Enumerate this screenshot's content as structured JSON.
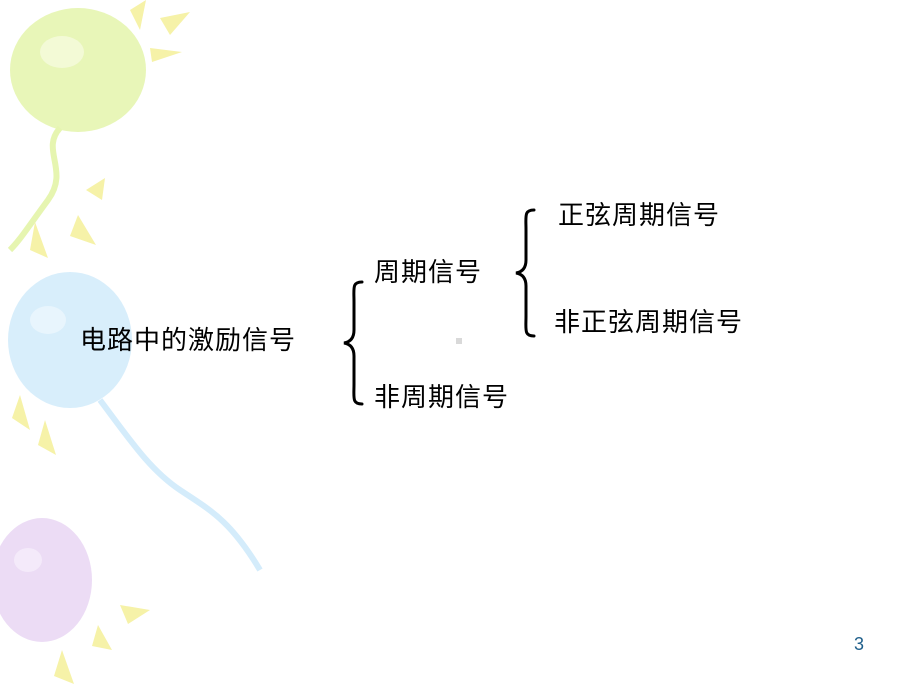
{
  "slide": {
    "root": "电路中的激励信号",
    "level1": [
      {
        "label": "周期信号"
      },
      {
        "label": "非周期信号"
      }
    ],
    "level2": [
      {
        "label": "正弦周期信号"
      },
      {
        "label": "非正弦周期信号"
      }
    ],
    "page_number": "3"
  },
  "colors": {
    "balloon_green": "#e6f5b0",
    "balloon_blue": "#d4ecfb",
    "balloon_purple": "#ead8f4",
    "ray_yellow": "#f6f2a8",
    "page_number": "#1f5f8b"
  }
}
